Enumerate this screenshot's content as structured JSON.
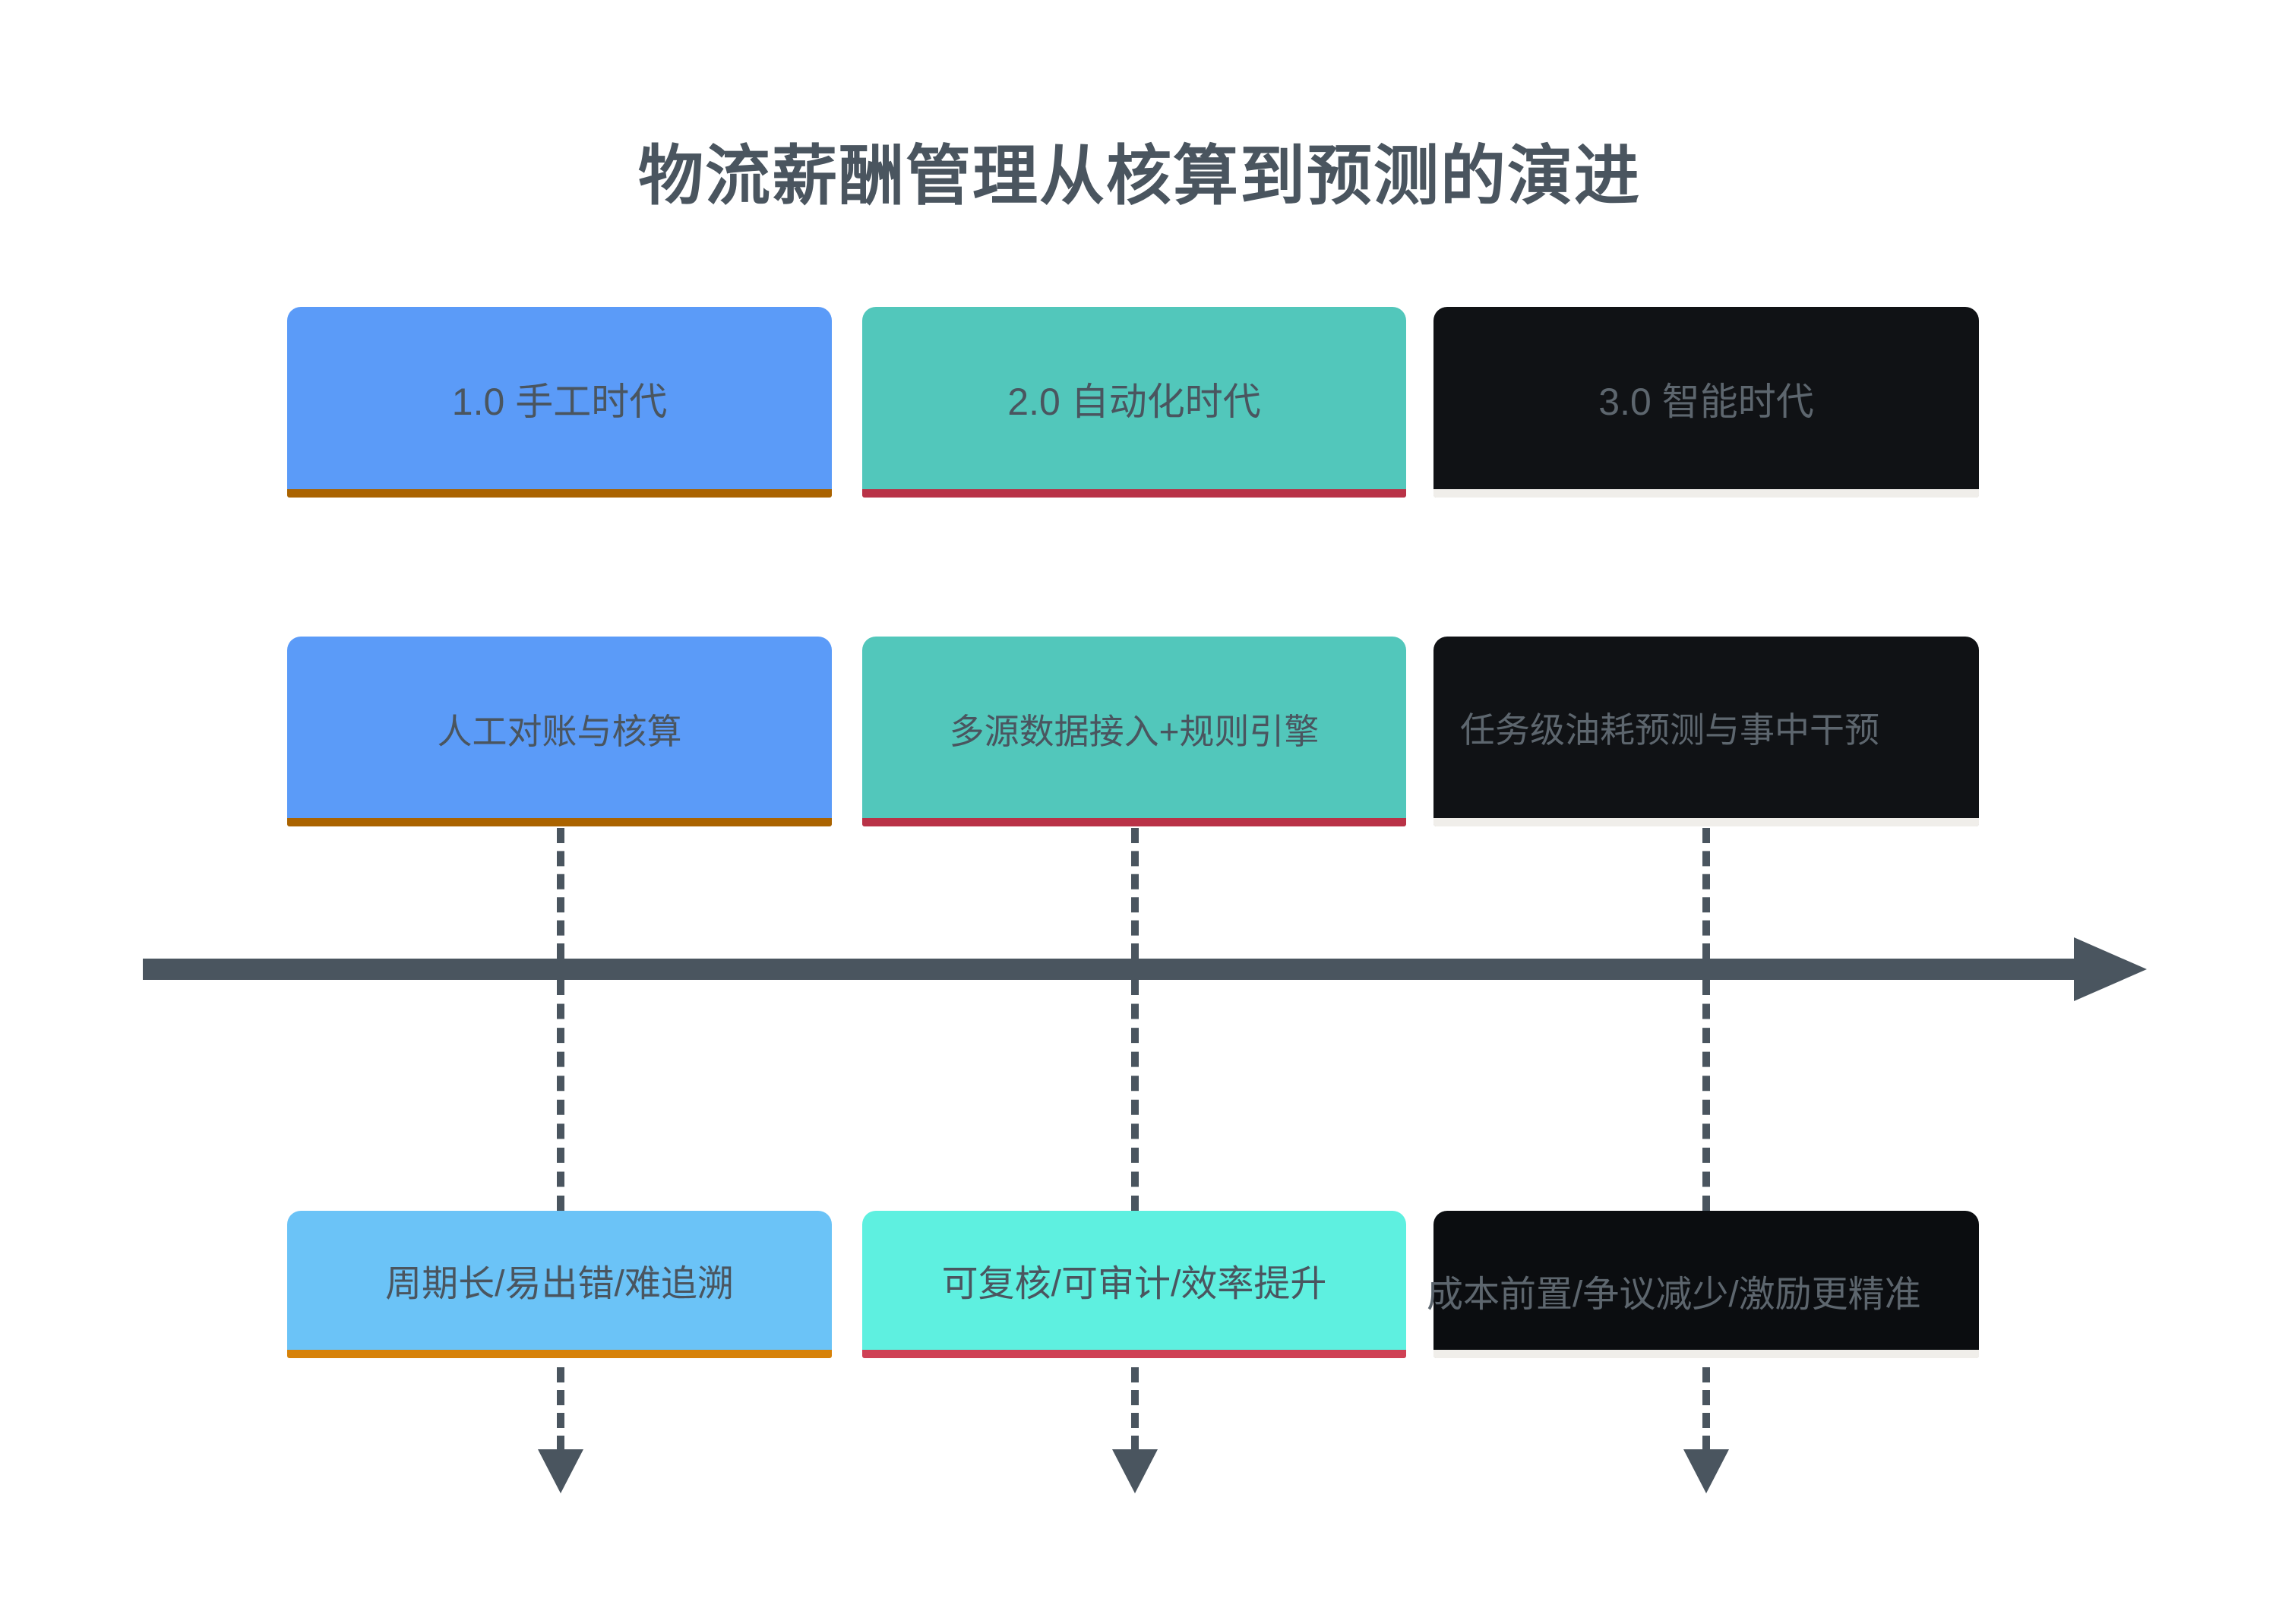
{
  "title": "物流薪酬管理从核算到预测的演进",
  "theme": {
    "title_color": "#4a555f",
    "axis_color": "#4a555f",
    "connector_color": "#4a555f",
    "background": "#ffffff"
  },
  "stages": [
    {
      "id": "stage-1",
      "header": {
        "label": "1.0 手工时代",
        "fill": "#5b9bf8",
        "text_color": "#4a555f",
        "underbar": "#aa6300"
      },
      "capability": {
        "label": "人工对账与核算",
        "fill": "#5b9bf8",
        "text_color": "#4a555f",
        "underbar": "#aa6300"
      },
      "outcome": {
        "label": "周期长/易出错/难追溯",
        "fill": "#6bc3f7",
        "text_color": "#4a555f",
        "underbar": "#d78209"
      }
    },
    {
      "id": "stage-2",
      "header": {
        "label": "2.0 自动化时代",
        "fill": "#52c7bb",
        "text_color": "#4a555f",
        "underbar": "#b93247"
      },
      "capability": {
        "label": "多源数据接入+规则引擎",
        "fill": "#52c7bb",
        "text_color": "#4a555f",
        "underbar": "#b93247"
      },
      "outcome": {
        "label": "可复核/可审计/效率提升",
        "fill": "#5ef0e0",
        "text_color": "#4a555f",
        "underbar": "#cf4155"
      }
    },
    {
      "id": "stage-3",
      "header": {
        "label": "3.0 智能时代",
        "fill": "#101215",
        "text_color": "#5d666e",
        "underbar": "#f0eeea"
      },
      "capability": {
        "label": "任务级油耗预测与事中干预",
        "fill": "#101215",
        "text_color": "#5d666e",
        "underbar": "#f0eeea"
      },
      "outcome": {
        "label": "成本前置/争议减少/激励更精准",
        "fill": "#0b0d10",
        "text_color": "#5d666e",
        "underbar": "#f0eeea"
      }
    }
  ]
}
